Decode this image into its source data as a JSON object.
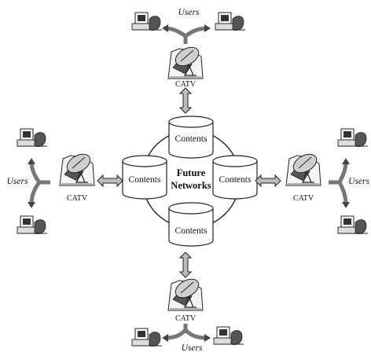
{
  "diagram": {
    "center_label_line1": "Future",
    "center_label_line2": "Networks",
    "contents_label": "Contents",
    "catv_label": "CATV",
    "users_label_top": "Users",
    "users_label_left": "Users",
    "users_label_right": "Users",
    "users_label_bottom": "Users"
  }
}
